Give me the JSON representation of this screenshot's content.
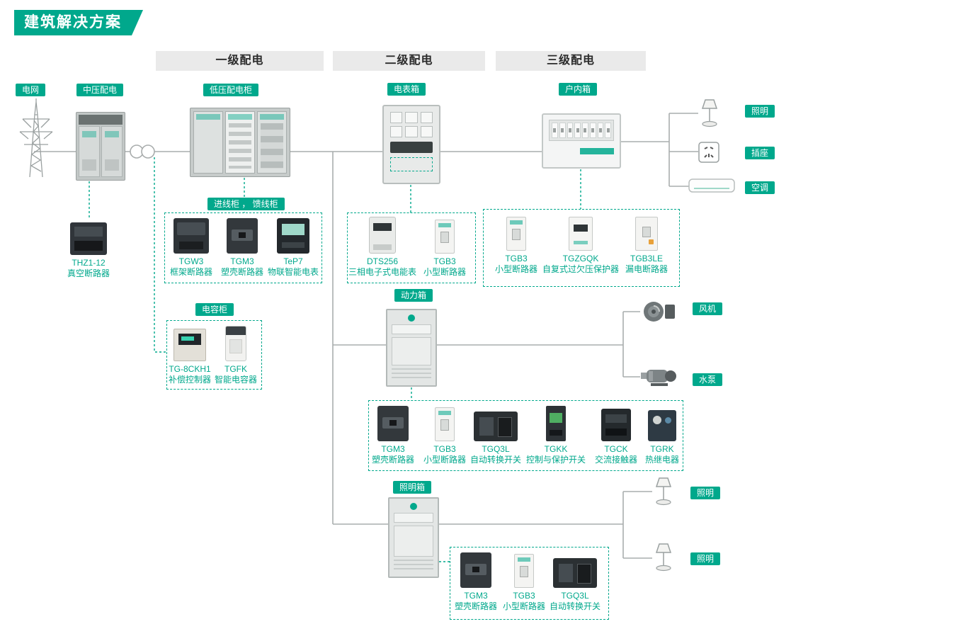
{
  "title": "建筑解决方案",
  "headers": {
    "primary": "一级配电",
    "secondary": "二级配电",
    "tertiary": "三级配电"
  },
  "tags": {
    "grid": "电网",
    "mv": "中压配电",
    "lv": "低压配电柜",
    "meter_box": "电表箱",
    "indoor_box": "户内箱",
    "incoming": "进线柜 ， 馈线柜",
    "capacitor": "电容柜",
    "power_box": "动力箱",
    "lighting_box": "照明箱"
  },
  "loads": {
    "lighting_top": "照明",
    "socket": "插座",
    "ac": "空调",
    "fan": "风机",
    "pump": "水泵",
    "lighting_mid": "照明",
    "lighting_bottom": "照明"
  },
  "standalone": {
    "vacuum_breaker": {
      "model": "THZ1-12",
      "desc": "真空断路器"
    }
  },
  "groups": {
    "incoming": [
      {
        "model": "TGW3",
        "desc": "框架断路器"
      },
      {
        "model": "TGM3",
        "desc": "塑壳断路器"
      },
      {
        "model": "TeP7",
        "desc": "物联智能电表"
      }
    ],
    "meter": [
      {
        "model": "DTS256",
        "desc": "三相电子式电能表"
      },
      {
        "model": "TGB3",
        "desc": "小型断路器"
      }
    ],
    "indoor": [
      {
        "model": "TGB3",
        "desc": "小型断路器"
      },
      {
        "model": "TGZGQK",
        "desc": "自复式过欠压保护器"
      },
      {
        "model": "TGB3LE",
        "desc": "漏电断路器"
      }
    ],
    "capacitor": [
      {
        "model": "TG-8CKH1",
        "desc": "补偿控制器"
      },
      {
        "model": "TGFK",
        "desc": "智能电容器"
      }
    ],
    "power": [
      {
        "model": "TGM3",
        "desc": "塑壳断路器"
      },
      {
        "model": "TGB3",
        "desc": "小型断路器"
      },
      {
        "model": "TGQ3L",
        "desc": "自动转换开关"
      },
      {
        "model": "TGKK",
        "desc": "控制与保护开关"
      },
      {
        "model": "TGCK",
        "desc": "交流接触器"
      },
      {
        "model": "TGRK",
        "desc": "热继电器"
      }
    ],
    "lighting": [
      {
        "model": "TGM3",
        "desc": "塑壳断路器"
      },
      {
        "model": "TGB3",
        "desc": "小型断路器"
      },
      {
        "model": "TGQ3L",
        "desc": "自动转换开关"
      }
    ]
  },
  "colors": {
    "accent": "#00A88C",
    "header_bg": "#EAEAEA",
    "line": "#A9ADAD"
  }
}
